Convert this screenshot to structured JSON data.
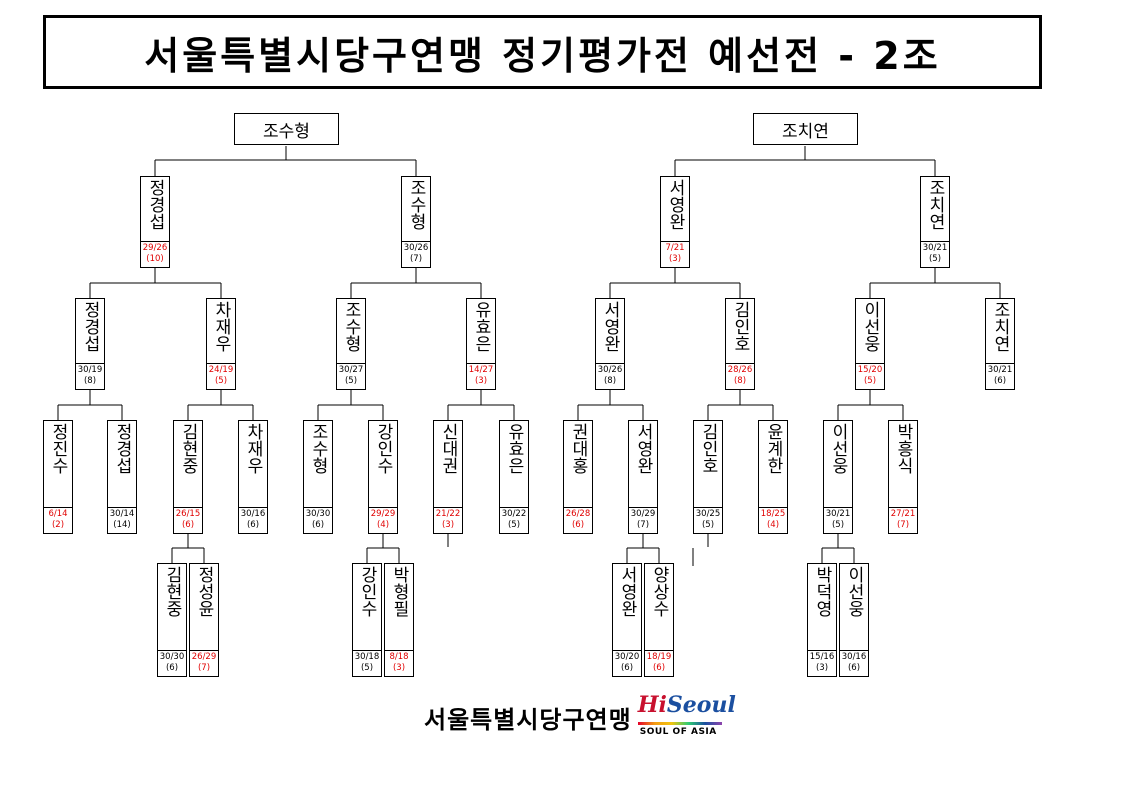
{
  "title": "서울특별시당구연맹  정기평가전  예선전  -  2조",
  "footer": {
    "org": "서울특별시당구연맹",
    "logo_hi": "Hi",
    "logo_seoul": "Seoul",
    "logo_sub": "SOUL OF ASIA"
  },
  "colors": {
    "score_red": "#e00000",
    "line": "#000000"
  },
  "bracket": {
    "winners": [
      "조수형",
      "조치연"
    ],
    "players": [
      {
        "name": "정경섭",
        "score": "29/26",
        "rank": "(10)",
        "red": true
      },
      {
        "name": "조수형",
        "score": "30/26",
        "rank": "(7)",
        "red": false
      },
      {
        "name": "서영완",
        "score": "7/21",
        "rank": "(3)",
        "red": true
      },
      {
        "name": "조치연",
        "score": "30/21",
        "rank": "(5)",
        "red": false
      },
      {
        "name": "정경섭",
        "score": "30/19",
        "rank": "(8)",
        "red": false
      },
      {
        "name": "차재우",
        "score": "24/19",
        "rank": "(5)",
        "red": true
      },
      {
        "name": "조수형",
        "score": "30/27",
        "rank": "(5)",
        "red": false
      },
      {
        "name": "유효은",
        "score": "14/27",
        "rank": "(3)",
        "red": true
      },
      {
        "name": "서영완",
        "score": "30/26",
        "rank": "(8)",
        "red": false
      },
      {
        "name": "김인호",
        "score": "28/26",
        "rank": "(8)",
        "red": true
      },
      {
        "name": "이선웅",
        "score": "15/20",
        "rank": "(5)",
        "red": true
      },
      {
        "name": "조치연",
        "score": "30/21",
        "rank": "(6)",
        "red": false
      },
      {
        "name": "정진수",
        "score": "6/14",
        "rank": "(2)",
        "red": true
      },
      {
        "name": "정경섭",
        "score": "30/14",
        "rank": "(14)",
        "red": false
      },
      {
        "name": "김현중",
        "score": "26/15",
        "rank": "(6)",
        "red": true
      },
      {
        "name": "차재우",
        "score": "30/16",
        "rank": "(6)",
        "red": false
      },
      {
        "name": "조수형",
        "score": "30/30",
        "rank": "(6)",
        "red": false
      },
      {
        "name": "강인수",
        "score": "29/29",
        "rank": "(4)",
        "red": true
      },
      {
        "name": "신대권",
        "score": "21/22",
        "rank": "(3)",
        "red": true
      },
      {
        "name": "유효은",
        "score": "30/22",
        "rank": "(5)",
        "red": false
      },
      {
        "name": "권대홍",
        "score": "26/28",
        "rank": "(6)",
        "red": true
      },
      {
        "name": "서영완",
        "score": "30/29",
        "rank": "(7)",
        "red": false
      },
      {
        "name": "김인호",
        "score": "30/25",
        "rank": "(5)",
        "red": false
      },
      {
        "name": "윤계한",
        "score": "18/25",
        "rank": "(4)",
        "red": true
      },
      {
        "name": "이선웅",
        "score": "30/21",
        "rank": "(5)",
        "red": false
      },
      {
        "name": "박흥식",
        "score": "27/21",
        "rank": "(7)",
        "red": true
      },
      {
        "name": "김현중",
        "score": "30/30",
        "rank": "(6)",
        "red": false
      },
      {
        "name": "정성윤",
        "score": "26/29",
        "rank": "(7)",
        "red": true
      },
      {
        "name": "강인수",
        "score": "30/18",
        "rank": "(5)",
        "red": false
      },
      {
        "name": "박형필",
        "score": "8/18",
        "rank": "(3)",
        "red": true
      },
      {
        "name": "서영완",
        "score": "30/20",
        "rank": "(6)",
        "red": false
      },
      {
        "name": "양상수",
        "score": "18/19",
        "rank": "(6)",
        "red": true
      },
      {
        "name": "박덕영",
        "score": "15/16",
        "rank": "(3)",
        "red": false
      },
      {
        "name": "이선웅",
        "score": "30/16",
        "rank": "(6)",
        "red": false
      }
    ]
  }
}
